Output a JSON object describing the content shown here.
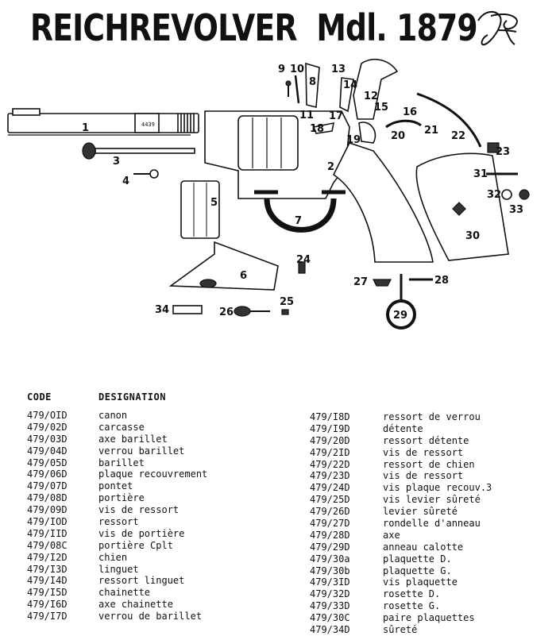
{
  "title": "REICHREVOLVER",
  "model": "Mdl. 1879",
  "headers": {
    "code": "CODE",
    "designation": "DESIGNATION"
  },
  "part_labels": [
    "1",
    "2",
    "3",
    "4",
    "5",
    "6",
    "7",
    "8",
    "9",
    "10",
    "11",
    "12",
    "13",
    "14",
    "15",
    "16",
    "17",
    "18",
    "19",
    "20",
    "21",
    "22",
    "23",
    "24",
    "25",
    "26",
    "27",
    "28",
    "29",
    "30",
    "31",
    "32",
    "33",
    "34"
  ],
  "barrel_marking": "4439",
  "parts_left": [
    {
      "code": "479/OID",
      "designation": "canon"
    },
    {
      "code": "479/02D",
      "designation": "carcasse"
    },
    {
      "code": "479/03D",
      "designation": "axe barillet"
    },
    {
      "code": "479/04D",
      "designation": "verrou barillet"
    },
    {
      "code": "479/05D",
      "designation": "barillet"
    },
    {
      "code": "479/06D",
      "designation": "plaque recouvrement"
    },
    {
      "code": "479/07D",
      "designation": "pontet"
    },
    {
      "code": "479/08D",
      "designation": "portière"
    },
    {
      "code": "479/09D",
      "designation": "vis de ressort"
    },
    {
      "code": "479/IOD",
      "designation": "ressort"
    },
    {
      "code": "479/IID",
      "designation": "vis de portière"
    },
    {
      "code": "479/08C",
      "designation": "portière Cplt"
    },
    {
      "code": "479/I2D",
      "designation": "chien"
    },
    {
      "code": "479/I3D",
      "designation": "linguet"
    },
    {
      "code": "479/I4D",
      "designation": "ressort linguet"
    },
    {
      "code": "479/I5D",
      "designation": "chainette"
    },
    {
      "code": "479/I6D",
      "designation": "axe chainette"
    },
    {
      "code": "479/I7D",
      "designation": "verrou de barillet"
    }
  ],
  "parts_right": [
    {
      "code": "479/I8D",
      "designation": "ressort de verrou"
    },
    {
      "code": "479/I9D",
      "designation": "détente"
    },
    {
      "code": "479/20D",
      "designation": "ressort détente"
    },
    {
      "code": "479/2ID",
      "designation": "vis de ressort"
    },
    {
      "code": "479/22D",
      "designation": "ressort de chien"
    },
    {
      "code": "479/23D",
      "designation": "vis de ressort"
    },
    {
      "code": "479/24D",
      "designation": "vis plaque recouv.3"
    },
    {
      "code": "479/25D",
      "designation": "vis levier sûreté"
    },
    {
      "code": "479/26D",
      "designation": "levier sûreté"
    },
    {
      "code": "479/27D",
      "designation": "rondelle d'anneau"
    },
    {
      "code": "479/28D",
      "designation": "axe"
    },
    {
      "code": "479/29D",
      "designation": "anneau calotte"
    },
    {
      "code": "479/30a",
      "designation": "plaquette D."
    },
    {
      "code": "479/30b",
      "designation": "plaquette G."
    },
    {
      "code": "479/3ID",
      "designation": "vis plaquette"
    },
    {
      "code": "479/32D",
      "designation": "rosette D."
    },
    {
      "code": "479/33D",
      "designation": "rosette G."
    },
    {
      "code": "479/30C",
      "designation": "paire plaquettes"
    },
    {
      "code": "479/34D",
      "designation": "sûreté"
    }
  ]
}
